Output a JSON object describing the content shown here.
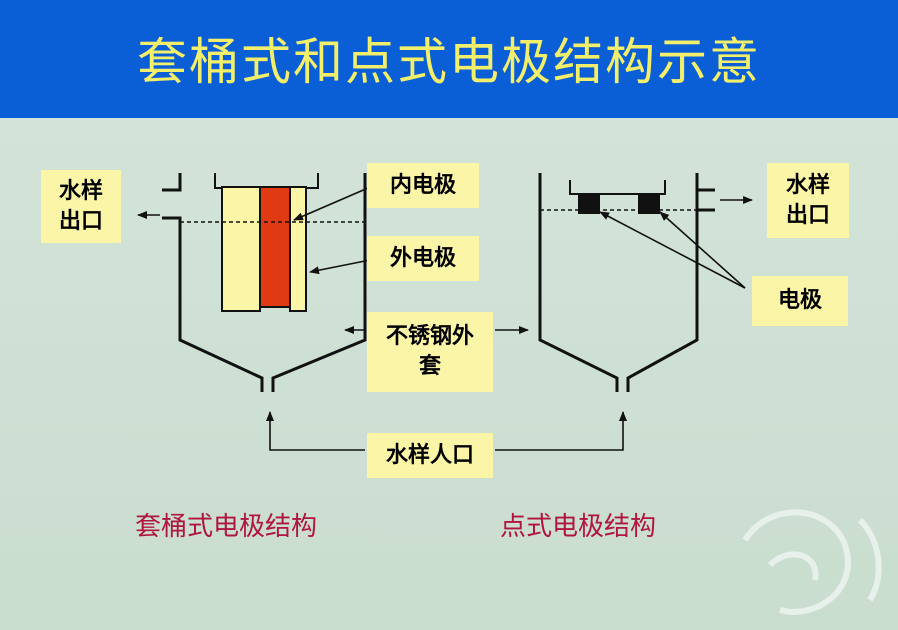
{
  "title": "套桶式和点式电极结构示意",
  "labels": {
    "water_outlet_left": "水样\n出口",
    "water_outlet_right": "水样\n出口",
    "inner_electrode": "内电极",
    "outer_electrode": "外电极",
    "electrode": "电极",
    "steel_jacket": "不锈钢外\n套",
    "water_inlet": "水样人口"
  },
  "captions": {
    "left": "套桶式电极结构",
    "right": "点式电极结构"
  },
  "colors": {
    "header": "#0a5fd6",
    "title": "#f3ef6a",
    "box": "#fbf5a7",
    "inner_electrode": "#e03a12",
    "caption": "#b0153e"
  }
}
